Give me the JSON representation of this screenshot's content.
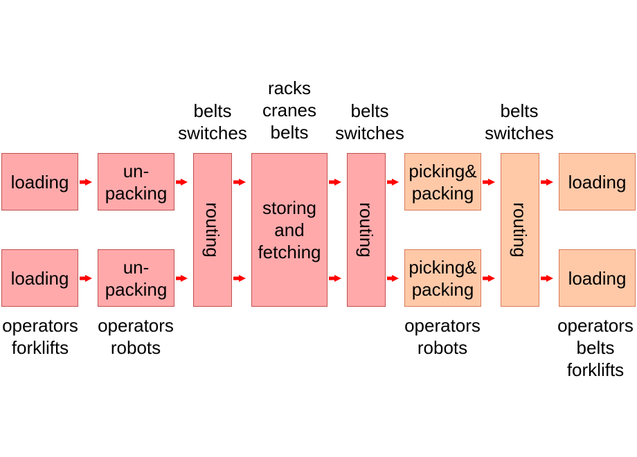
{
  "boxes": {
    "loading_in_top": "loading",
    "loading_in_bottom": "loading",
    "unpacking_top": "un-\npacking",
    "unpacking_bottom": "un-\npacking",
    "routing_1": "routing",
    "storing": "storing\nand\nfetching",
    "routing_2": "routing",
    "picking_top": "picking&\npacking",
    "picking_bottom": "picking&\npacking",
    "routing_3": "routing",
    "loading_out_top": "loading",
    "loading_out_bottom": "loading"
  },
  "labels": {
    "routing_1_top": "belts\nswitches",
    "storing_top": "racks\ncranes\nbelts",
    "routing_2_top": "belts\nswitches",
    "routing_3_top": "belts\nswitches",
    "loading_in_bottom": "operators\nforklifts",
    "unpacking_bottom": "operators\nrobots",
    "picking_bottom": "operators\nrobots",
    "loading_out_bottom": "operators\nbelts\nforklifts"
  },
  "colors": {
    "inbound_fill": "#ffa9ab",
    "outbound_fill": "#ffc9a8",
    "arrow": "#ff0000"
  }
}
